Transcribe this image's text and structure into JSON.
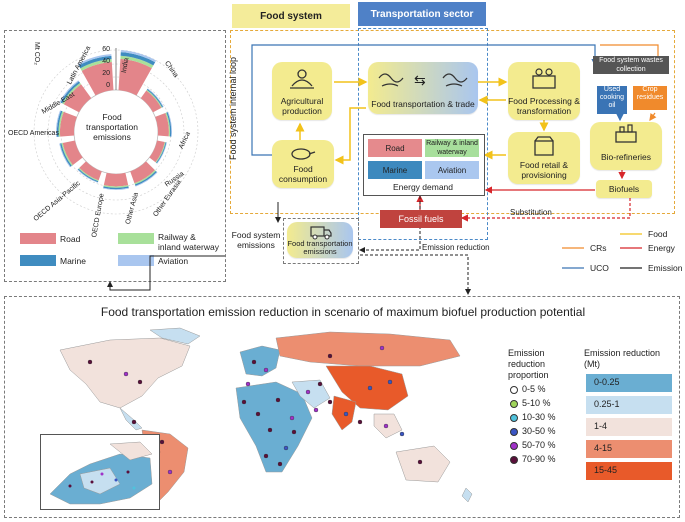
{
  "header": {
    "food_system": "Food system",
    "transportation_sector": "Transportation sector"
  },
  "loop_label": "Food system internal loop",
  "radial": {
    "unit_label": "Mt CO₂",
    "ticks": [
      "60",
      "40",
      "20",
      "0"
    ],
    "center_label": "Food transportation emissions",
    "regions": [
      "China",
      "Africa",
      "Russia",
      "Other Eurasia",
      "Other Asia",
      "OECD Europe",
      "OECD Asia-Pacific",
      "OECD Americas",
      "Middle East",
      "Latin America",
      "India"
    ],
    "legend": [
      {
        "label": "Road",
        "color": "#e3858a"
      },
      {
        "label": "Railway & inland waterway",
        "color": "#a8e09a"
      },
      {
        "label": "Marine",
        "color": "#3f8cc0"
      },
      {
        "label": "Aviation",
        "color": "#a9c6ef"
      }
    ]
  },
  "nodes": {
    "agri": "Agricultural production",
    "trade": "Food transportation & trade",
    "processing": "Food Processing & transformation",
    "retail": "Food retail & provisioning",
    "consumption": "Food consumption",
    "wastes": "Food system wastes collection",
    "uco": "Used cooking oil",
    "crop": "Crop residues",
    "biorefineries": "Bio-refineries",
    "biofuels": "Biofuels",
    "fossil": "Fossil fuels",
    "emissions": "Food transportation emissions",
    "system_emissions": "Food system emissions"
  },
  "energy_demand": {
    "title": "Energy demand",
    "modes": [
      {
        "label": "Road",
        "color": "#e58a8d"
      },
      {
        "label": "Railway & inland waterway",
        "color": "#a7df9c"
      },
      {
        "label": "Marine",
        "color": "#3d89be"
      },
      {
        "label": "Aviation",
        "color": "#aac7ef"
      }
    ]
  },
  "flow_labels": {
    "substitution": "Substitution",
    "emission_reduction": "Emission reduction"
  },
  "flow_legend": [
    {
      "label": "CRs",
      "color": "#f08a2c"
    },
    {
      "label": "Food",
      "color": "#f2c21a"
    },
    {
      "label": "Energy",
      "color": "#d7262b"
    },
    {
      "label": "UCO",
      "color": "#3a74b5"
    },
    {
      "label": "Emission",
      "color": "#222222"
    }
  ],
  "map": {
    "title": "Food transportation emission reduction in scenario of maximum biofuel production potential",
    "proportion_legend_title": "Emission reduction proportion",
    "proportion_legend": [
      {
        "label": "0-5 %",
        "color": "#ffffff"
      },
      {
        "label": "5-10 %",
        "color": "#9fd45a"
      },
      {
        "label": "10-30 %",
        "color": "#4fc2dc"
      },
      {
        "label": "30-50 %",
        "color": "#3a55c4"
      },
      {
        "label": "50-70 %",
        "color": "#a032c8"
      },
      {
        "label": "70-90 %",
        "color": "#5a0f3a"
      }
    ],
    "reduction_legend_title": "Emission reduction (Mt)",
    "reduction_legend": [
      {
        "label": "0-0.25",
        "color": "#6aaed2"
      },
      {
        "label": "0.25-1",
        "color": "#c6dff0"
      },
      {
        "label": "1-4",
        "color": "#f2e2dc"
      },
      {
        "label": "4-15",
        "color": "#ec8e70"
      },
      {
        "label": "15-45",
        "color": "#e85a2a"
      }
    ]
  }
}
